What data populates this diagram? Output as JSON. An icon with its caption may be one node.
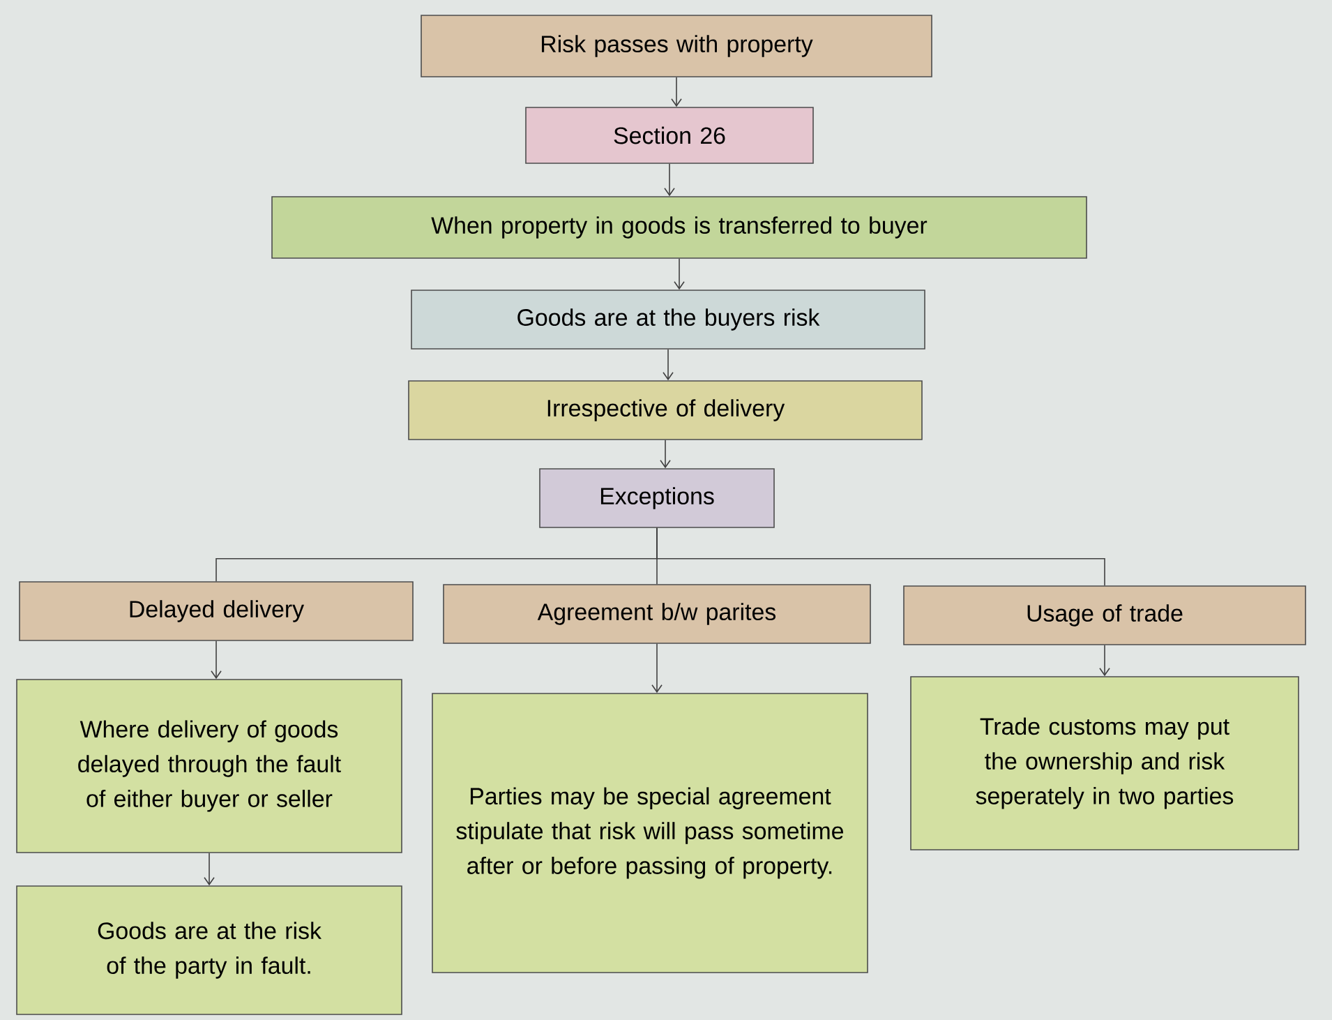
{
  "diagram": {
    "nodes": [
      {
        "text": [
          "Risk passes with property"
        ]
      },
      {
        "text": [
          "Section 26"
        ]
      },
      {
        "text": [
          "When property in goods is transferred to buyer"
        ]
      },
      {
        "text": [
          "Goods are at the buyers risk"
        ]
      },
      {
        "text": [
          "Irrespective of delivery"
        ]
      },
      {
        "text": [
          "Exceptions"
        ]
      },
      {
        "text": [
          "Delayed delivery"
        ]
      },
      {
        "text": [
          "Agreement b/w parites"
        ]
      },
      {
        "text": [
          "Usage of trade"
        ]
      },
      {
        "text": [
          "Where delivery of goods delayed through the fault of either buyer or seller"
        ]
      },
      {
        "text": [
          "Parties may be special agreement stipulate that risk will pass sometime after or before passing of property."
        ]
      },
      {
        "text": [
          "Trade customs may put the ownership and risk seperately in two parties"
        ]
      },
      {
        "text": [
          "Goods are at the risk of the party in fault."
        ]
      }
    ],
    "edges": [
      {
        "from": 0,
        "to": 1,
        "arrow": "to"
      },
      {
        "from": 1,
        "to": 2,
        "arrow": "to"
      },
      {
        "from": 2,
        "to": 3,
        "arrow": "to"
      },
      {
        "from": 3,
        "to": 4,
        "arrow": "to"
      },
      {
        "from": 4,
        "to": 5,
        "arrow": "to"
      },
      {
        "from": 5,
        "to": 6,
        "arrow": "none"
      },
      {
        "from": 5,
        "to": 7,
        "arrow": "none"
      },
      {
        "from": 5,
        "to": 8,
        "arrow": "none"
      },
      {
        "from": 6,
        "to": 9,
        "arrow": "to"
      },
      {
        "from": 7,
        "to": 10,
        "arrow": "to"
      },
      {
        "from": 8,
        "to": 11,
        "arrow": "to"
      },
      {
        "from": 9,
        "to": 12,
        "arrow": "to"
      }
    ]
  }
}
